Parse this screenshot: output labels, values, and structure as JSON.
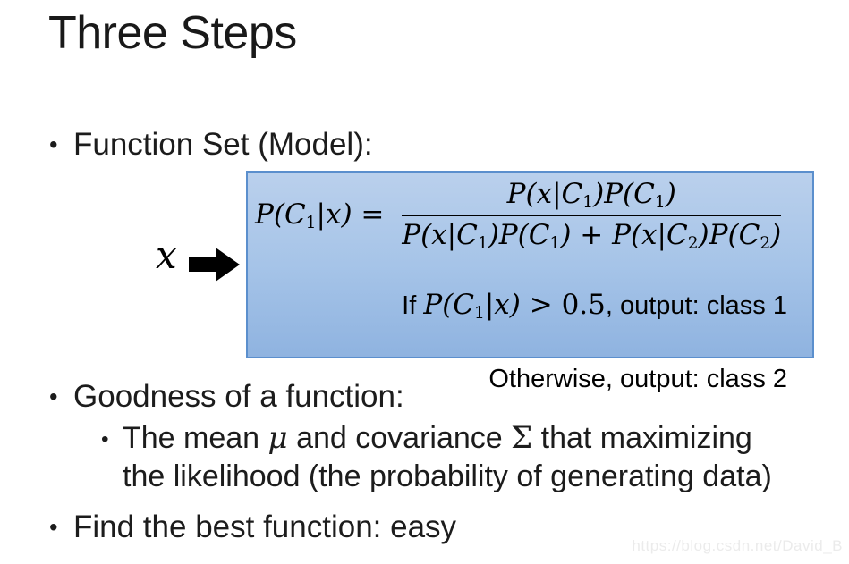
{
  "slide": {
    "title": "Three Steps",
    "background_color": "#ffffff",
    "text_color": "#1c1c1c"
  },
  "bullets": {
    "dot": "•",
    "function_set": "Function Set (Model):",
    "goodness": "Goodness of a function:",
    "find_best": "Find the best function: easy"
  },
  "goodness_detail": {
    "seg1": "The mean ",
    "mu": "μ",
    "seg2": " and covariance ",
    "sigma": "Σ",
    "seg3": " that maximizing",
    "line2": "the likelihood (the probability of generating data)"
  },
  "diagram": {
    "input_label": "x",
    "arrow_icon": "right-block-arrow",
    "box": {
      "fill_top": "#bad0ec",
      "fill_bottom": "#8fb3e0",
      "border_color": "#5b8fcd",
      "equation": {
        "lhs_main": "P(C",
        "lhs_sub": "1",
        "lhs_tail": "|x) = ",
        "num_p1": "P(x|C",
        "num_s1": "1",
        "num_p2": ")P(C",
        "num_s2": "1",
        "num_p3": ")",
        "den_p1": "P(x|C",
        "den_s1": "1",
        "den_p2": ")P(C",
        "den_s2": "1",
        "den_p3": ") + P(x|C",
        "den_s3": "2",
        "den_p4": ")P(C",
        "den_s4": "2",
        "den_p5": ")"
      },
      "rule1": {
        "prefix": "If ",
        "math_main": "P(C",
        "math_sub": "1",
        "math_tail": "|x)",
        "comparison": " > 0.5",
        "suffix": ", output: class 1"
      },
      "rule2": "Otherwise, output: class 2"
    }
  },
  "watermark": "https://blog.csdn.net/David_B"
}
